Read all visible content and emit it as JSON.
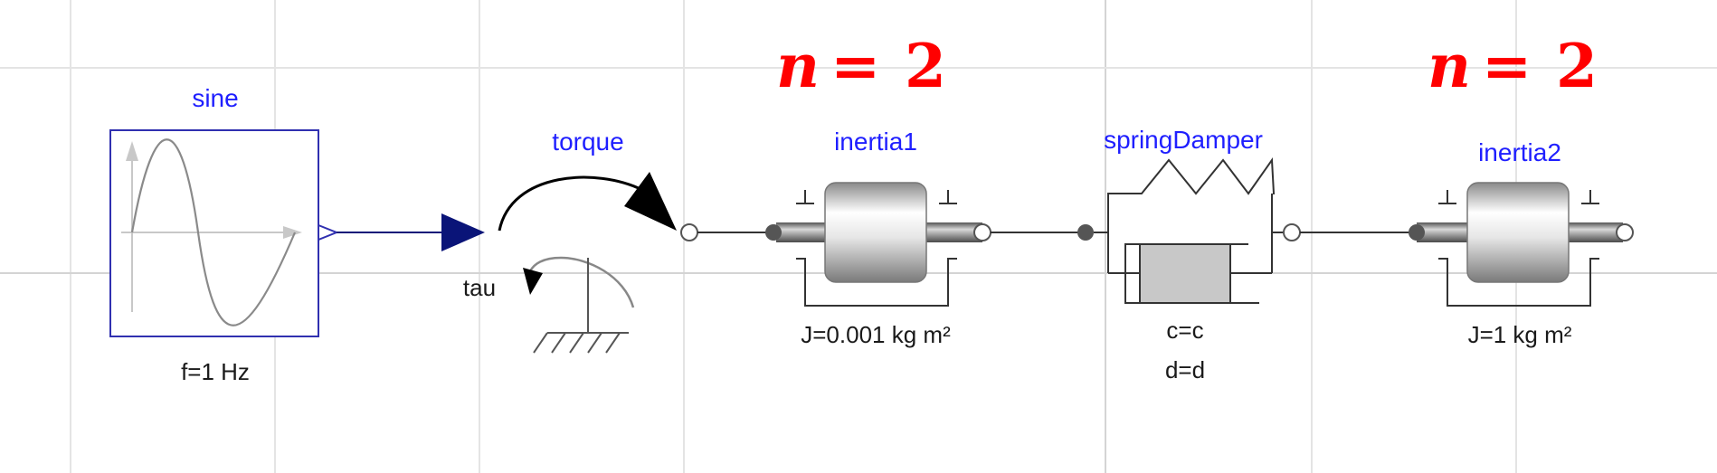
{
  "components": {
    "sine": {
      "name": "sine",
      "param": "f=1 Hz"
    },
    "torque": {
      "name": "torque",
      "port": "tau"
    },
    "inertia1": {
      "name": "inertia1",
      "param": "J=0.001 kg m²"
    },
    "springDamper": {
      "name": "springDamper",
      "param_c": "c=c",
      "param_d": "d=d"
    },
    "inertia2": {
      "name": "inertia2",
      "param": "J=1 kg m²"
    }
  },
  "annotations": [
    {
      "var": "n",
      "eq": "=",
      "value": "2"
    },
    {
      "var": "n",
      "eq": "=",
      "value": "2"
    }
  ],
  "colors": {
    "label_blue": "#1f1fff",
    "annotation_red": "#ff0000",
    "signal_navy": "#0a1478",
    "grid": "#e4e4e4",
    "damper_fill": "#c8c8c8"
  },
  "icons": [
    "sine-block-icon",
    "torque-icon",
    "fixed-ground-icon",
    "inertia-icon",
    "spring-icon",
    "damper-icon"
  ]
}
